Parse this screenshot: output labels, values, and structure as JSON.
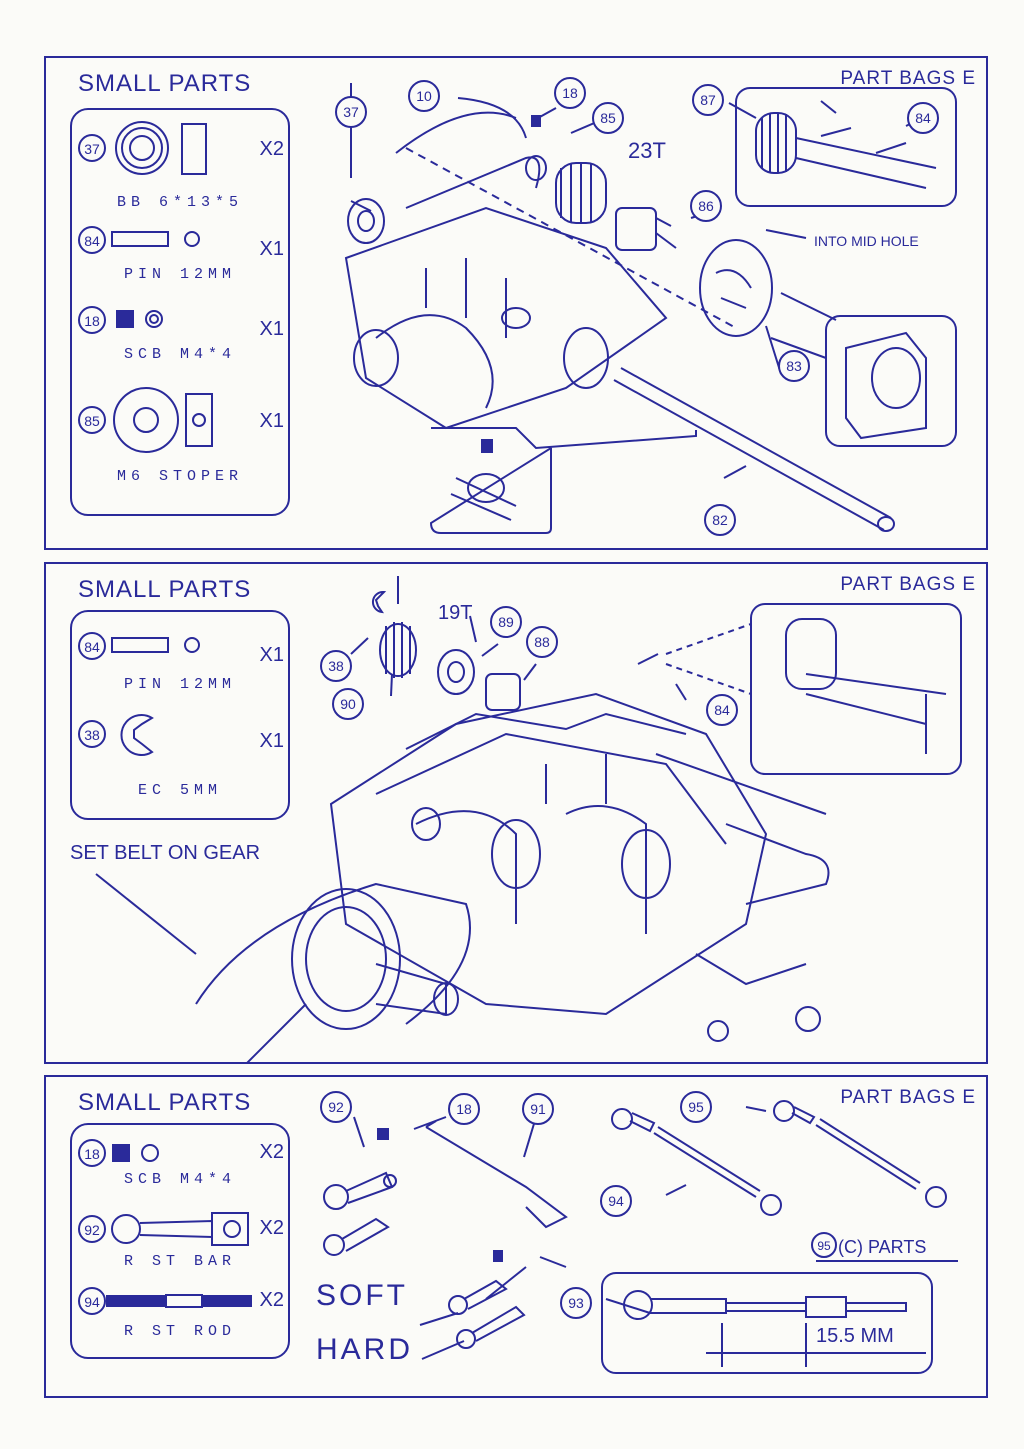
{
  "section1": {
    "small_parts_title": "SMALL PARTS",
    "bag_title": "PART BAGS E",
    "parts": [
      {
        "num": "37",
        "name": "BB 6*13*5",
        "qty": "X2"
      },
      {
        "num": "84",
        "name": "PIN 12MM",
        "qty": "X1"
      },
      {
        "num": "18",
        "name": "SCB M4*4",
        "qty": "X1"
      },
      {
        "num": "85",
        "name": "M6 STOPER",
        "qty": "X1"
      }
    ],
    "callouts": [
      "10",
      "18",
      "85",
      "87",
      "84",
      "37",
      "86",
      "83",
      "82"
    ],
    "labels": {
      "gear": "23T",
      "note": "INTO MID HOLE"
    }
  },
  "section2": {
    "small_parts_title": "SMALL PARTS",
    "bag_title": "PART BAGS E",
    "parts": [
      {
        "num": "84",
        "name": "PIN 12MM",
        "qty": "X1"
      },
      {
        "num": "38",
        "name": "EC 5MM",
        "qty": "X1"
      }
    ],
    "callouts": [
      "89",
      "88",
      "38",
      "90",
      "84"
    ],
    "labels": {
      "gear": "19T",
      "note": "SET BELT ON GEAR"
    }
  },
  "section3": {
    "small_parts_title": "SMALL PARTS",
    "bag_title": "PART BAGS E",
    "parts": [
      {
        "num": "18",
        "name": "SCB M4*4",
        "qty": "X2"
      },
      {
        "num": "92",
        "name": "R ST BAR",
        "qty": "X2"
      },
      {
        "num": "94",
        "name": "R ST ROD",
        "qty": "X2"
      }
    ],
    "callouts": [
      "92",
      "18",
      "91",
      "95",
      "94",
      "93"
    ],
    "labels": {
      "c_parts_num": "95",
      "c_parts": "(C) PARTS",
      "soft": "SOFT",
      "hard": "HARD",
      "dimension": "15.5 MM"
    }
  },
  "colors": {
    "ink": "#2a2a9a",
    "paper": "#fbfbf8"
  }
}
